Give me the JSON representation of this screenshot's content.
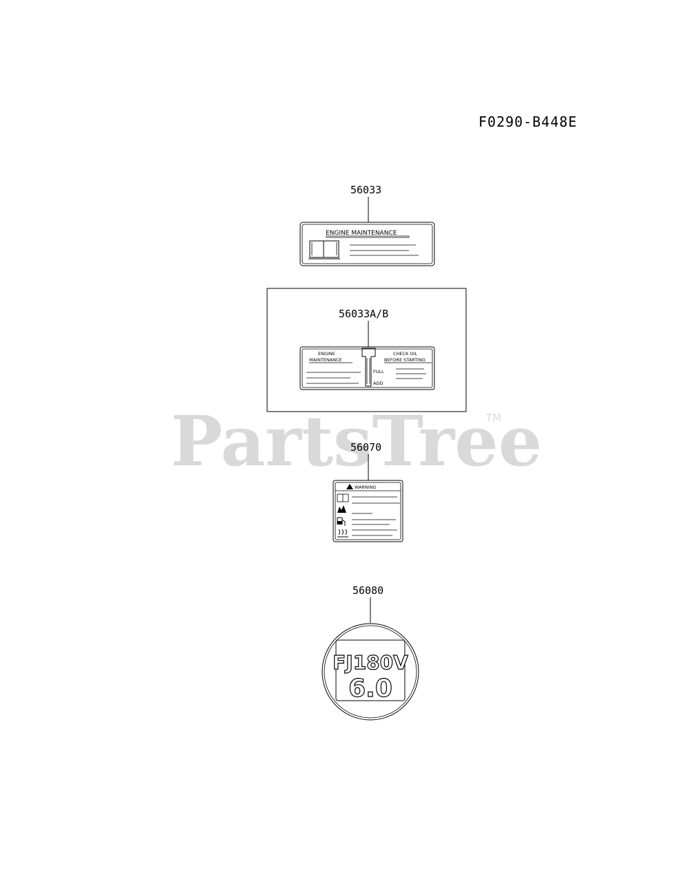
{
  "diagram_code": "F0290-B448E",
  "watermark": {
    "text": "PartsTree",
    "trademark": "TM"
  },
  "parts": [
    {
      "number": "56033",
      "label_title": "ENGINE MAINTENANCE",
      "icon": "book-icon"
    },
    {
      "number": "56033A/B",
      "left_title_1": "ENGINE",
      "left_title_2": "MAINTENANCE",
      "right_title_1": "CHECK OIL",
      "right_title_2": "BEFORE STARTING",
      "gauge_full": "FULL",
      "gauge_add": "ADD",
      "icon": "dipstick-icon"
    },
    {
      "number": "56070",
      "label_title": "WARNING",
      "icons": [
        "warning-triangle-icon",
        "book-icon",
        "fire-icon",
        "fuel-icon",
        "hot-surface-icon"
      ]
    },
    {
      "number": "56080",
      "model_text": "FJ180V",
      "hp_text": "6.0"
    }
  ]
}
